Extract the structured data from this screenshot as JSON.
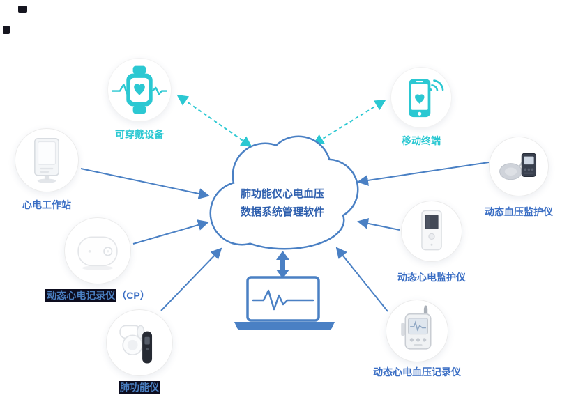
{
  "cloud": {
    "line1": "肺功能仪心电血压",
    "line2": "数据系统管理软件"
  },
  "nodes": {
    "wearable": {
      "label": "可穿戴设备",
      "icon": "smartwatch-heartbeat-icon"
    },
    "mobile": {
      "label": "移动终端",
      "icon": "smartphone-heart-signal-icon"
    },
    "ecg_workstation": {
      "label": "心电工作站",
      "icon": "ecg-workstation-device-icon"
    },
    "holter_recorder": {
      "label": "动态心电记录仪",
      "suffix": "（CP）",
      "icon": "holter-recorder-device-icon"
    },
    "spirometer": {
      "label": "肺功能仪",
      "icon": "spirometer-device-icon"
    },
    "abp_monitor": {
      "label": "动态血压监护仪",
      "icon": "blood-pressure-monitor-device-icon"
    },
    "holter_monitor": {
      "label": "动态心电监护仪",
      "icon": "holter-monitor-device-icon"
    },
    "ecg_bp_recorder": {
      "label": "动态心电血压记录仪",
      "icon": "ecg-bp-recorder-device-icon"
    }
  },
  "laptop": {
    "icon": "laptop-ecg-icon"
  },
  "colors": {
    "cyan": "#2bc8d2",
    "blue": "#4a80c4",
    "cloud_text": "#2e5fae",
    "label_blue": "#3a6ec4",
    "highlight_bg": "#0d0d1f"
  }
}
